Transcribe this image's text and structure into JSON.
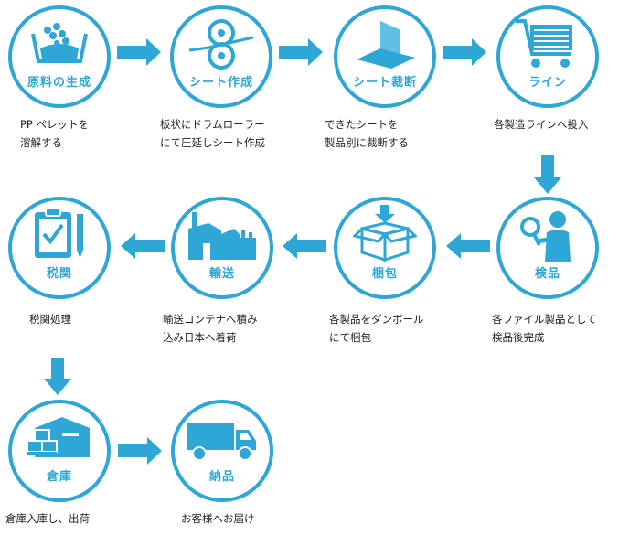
{
  "accent": "#2ea7d6",
  "steps": [
    {
      "title": "原料の生成",
      "desc": [
        "PP ペレットを",
        "溶解する"
      ],
      "icon": "pellets-in-vat-icon"
    },
    {
      "title": "シート作成",
      "desc": [
        "板状にドラムローラー",
        "にて圧延しシート作成"
      ],
      "icon": "drum-roller-icon"
    },
    {
      "title": "シート裁断",
      "desc": [
        "できたシートを",
        "製品別に裁断する"
      ],
      "icon": "sheet-cutting-icon"
    },
    {
      "title": "ライン",
      "desc": [
        "各製造ラインへ投入"
      ],
      "icon": "cart-icon"
    },
    {
      "title": "検品",
      "desc": [
        "各ファイル製品として",
        "検品後完成"
      ],
      "icon": "inspector-icon"
    },
    {
      "title": "梱包",
      "desc": [
        "各製品をダンボール",
        "にて梱包"
      ],
      "icon": "box-packing-icon"
    },
    {
      "title": "輸送",
      "desc": [
        "輸送コンテナへ積み",
        "込み日本へ着荷"
      ],
      "icon": "factory-ship-icon"
    },
    {
      "title": "税関",
      "desc": [
        "税関処理"
      ],
      "icon": "clipboard-check-icon"
    },
    {
      "title": "倉庫",
      "desc": [
        "倉庫入庫し、出荷"
      ],
      "icon": "warehouse-icon"
    },
    {
      "title": "納品",
      "desc": [
        "お客様へお届け"
      ],
      "icon": "truck-icon"
    }
  ]
}
